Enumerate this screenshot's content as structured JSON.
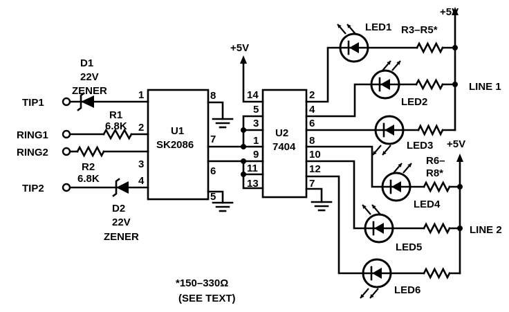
{
  "terminals": {
    "tip1": "TIP1",
    "ring1": "RING1",
    "ring2": "RING2",
    "tip2": "TIP2"
  },
  "d1": {
    "name": "D1",
    "value": "22V",
    "type": "ZENER"
  },
  "d2": {
    "name": "D2",
    "value": "22V",
    "type": "ZENER"
  },
  "r1": {
    "name": "R1",
    "value": "6.8K"
  },
  "r2": {
    "name": "R2",
    "value": "6.8K"
  },
  "u1": {
    "name": "U1",
    "part": "SK2086",
    "pins": {
      "p1": "1",
      "p2": "2",
      "p3": "3",
      "p4": "4",
      "p8": "8",
      "p7": "7",
      "p6": "6",
      "p5": "5"
    }
  },
  "u2": {
    "name": "U2",
    "part": "7404",
    "pins": {
      "p14": "14",
      "p5": "5",
      "p3": "3",
      "p1": "1",
      "p9": "9",
      "p11": "11",
      "p13": "13",
      "p2": "2",
      "p4": "4",
      "p6": "6",
      "p8": "8",
      "p10": "10",
      "p12": "12",
      "p7": "7"
    }
  },
  "supply": {
    "u2": "+5V",
    "line1": "+5V",
    "line2": "+5V"
  },
  "leds": [
    "LED1",
    "LED2",
    "LED3",
    "LED4",
    "LED5",
    "LED6"
  ],
  "resistors": {
    "line1_group": "R3–R5*",
    "line2_group_a": "R6–",
    "line2_group_b": "R8*"
  },
  "lines": {
    "line1": "LINE 1",
    "line2": "LINE 2"
  },
  "note": {
    "value": "*150–330Ω",
    "text": "(SEE TEXT)"
  }
}
